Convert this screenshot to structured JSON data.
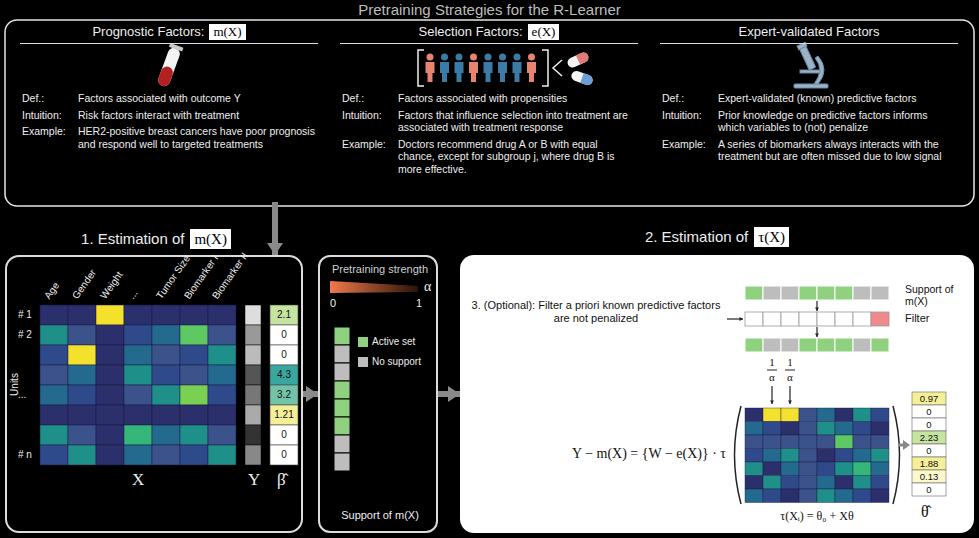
{
  "diagram": {
    "title": "Pretraining Strategies for the R-Learner",
    "nodes": [
      {
        "text": [
          "Prognostic Factors:",
          "m(X)",
          "Def.:",
          "Factors associated with outcome Y",
          "Intuition:",
          "Risk factors interact with treatment",
          "Example:",
          "HER2-positive breast cancers have poor prognosis and respond well to targeted treatments"
        ]
      },
      {
        "text": [
          "Selection Factors:",
          "e(X)",
          "Def.:",
          "Factors associated with propensities",
          "Intuition:",
          "Factors that influence selection into treatment are associated with treatment response",
          "Example:",
          "Doctors recommend drug A or B with equal chance, except for subgroup j, where drug B is more effective."
        ]
      },
      {
        "text": [
          "Expert-validated Factors",
          "Def.:",
          "Expert-validated (known) predictive factors",
          "Intuition:",
          "Prior knowledge on predictive factors informs which variables to (not) penalize",
          "Example:",
          "A series of biomarkers always interacts with the treatment but are often missed due to low signal"
        ]
      },
      {
        "text": [
          "1. Estimation of",
          "m(X)"
        ]
      },
      {
        "text": [
          "Pretraining strength",
          "0",
          "1",
          "α",
          "Support of m(X)"
        ]
      },
      {
        "text": [
          "2. Estimation of",
          "τ(X)"
        ]
      }
    ],
    "edges": [
      {
        "from": 0,
        "to": 3,
        "arrow": "to"
      },
      {
        "from": 3,
        "to": 4,
        "arrow": "to"
      },
      {
        "from": 4,
        "to": 5,
        "arrow": "to"
      }
    ],
    "labels": [
      "Age",
      "Gender",
      "Weight",
      "...",
      "Tumor Size",
      "Biomarker I",
      "Biomarker II",
      "Units",
      "# 1",
      "# 2",
      "...",
      "# n",
      "X",
      "Y",
      "β̂",
      "2.1",
      "0",
      "0",
      "4.3",
      "3.2",
      "1.21",
      "0",
      "0",
      "Support of m(X)",
      "3. (Optional): Filter a priori known predictive factors are not penalized",
      "Filter",
      "1",
      "α",
      "1",
      "α",
      "Y − m(X) = {W − e(X)} · τ",
      "τ(Xᵢ) = θ₀ + Xθ",
      "0.97",
      "0",
      "0",
      "2.23",
      "0",
      "1.88",
      "0.13",
      "0",
      "θ̂"
    ],
    "legend": [
      {
        "text": "Active set",
        "color": "#8fd17f"
      },
      {
        "text": "No support",
        "color": "#bdbdbd"
      }
    ]
  }
}
